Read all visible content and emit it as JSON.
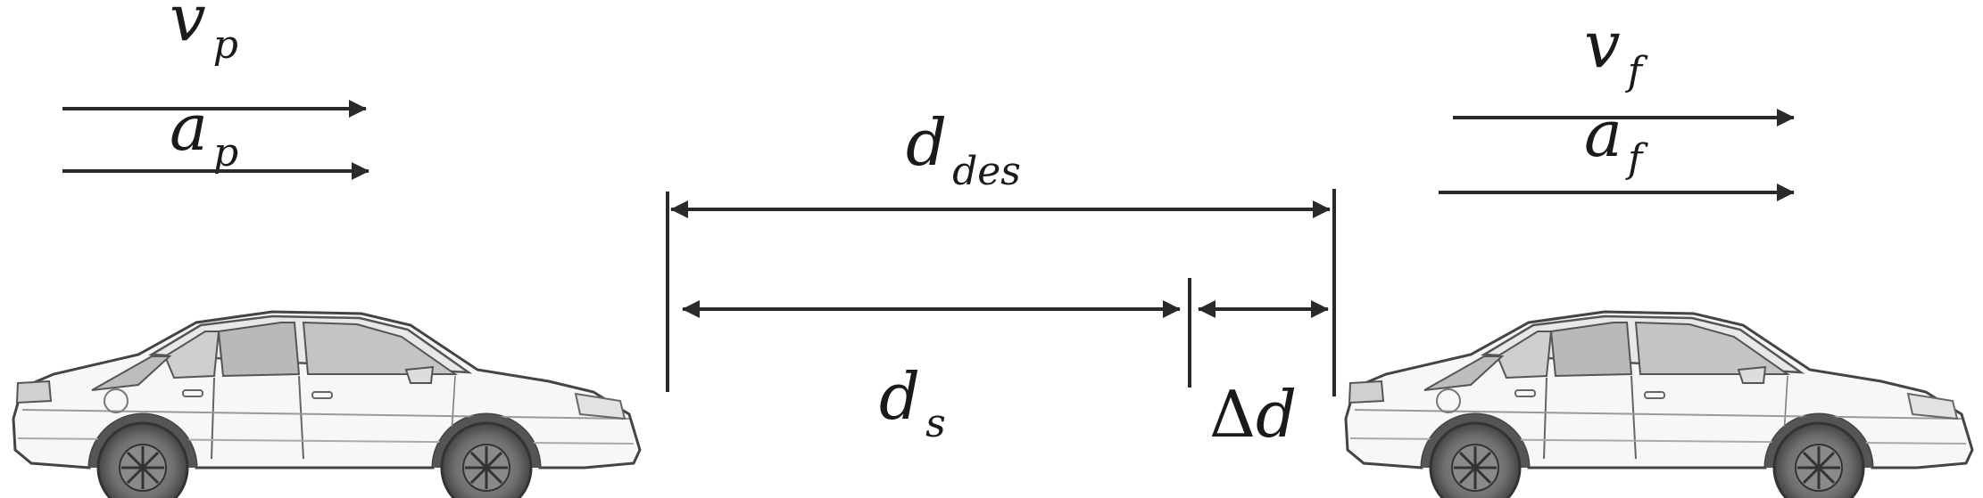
{
  "diagram": {
    "preceding_vehicle": {
      "velocity": {
        "symbol": "v",
        "subscript": "p"
      },
      "acceleration": {
        "symbol": "a",
        "subscript": "p"
      }
    },
    "following_vehicle": {
      "velocity": {
        "symbol": "v",
        "subscript": "f"
      },
      "acceleration": {
        "symbol": "a",
        "subscript": "f"
      }
    },
    "desired_distance": {
      "symbol": "d",
      "subscript": "des"
    },
    "safe_distance": {
      "symbol": "d",
      "subscript": "s"
    },
    "distance_error": {
      "prefix": "Δ",
      "symbol": "d"
    }
  }
}
